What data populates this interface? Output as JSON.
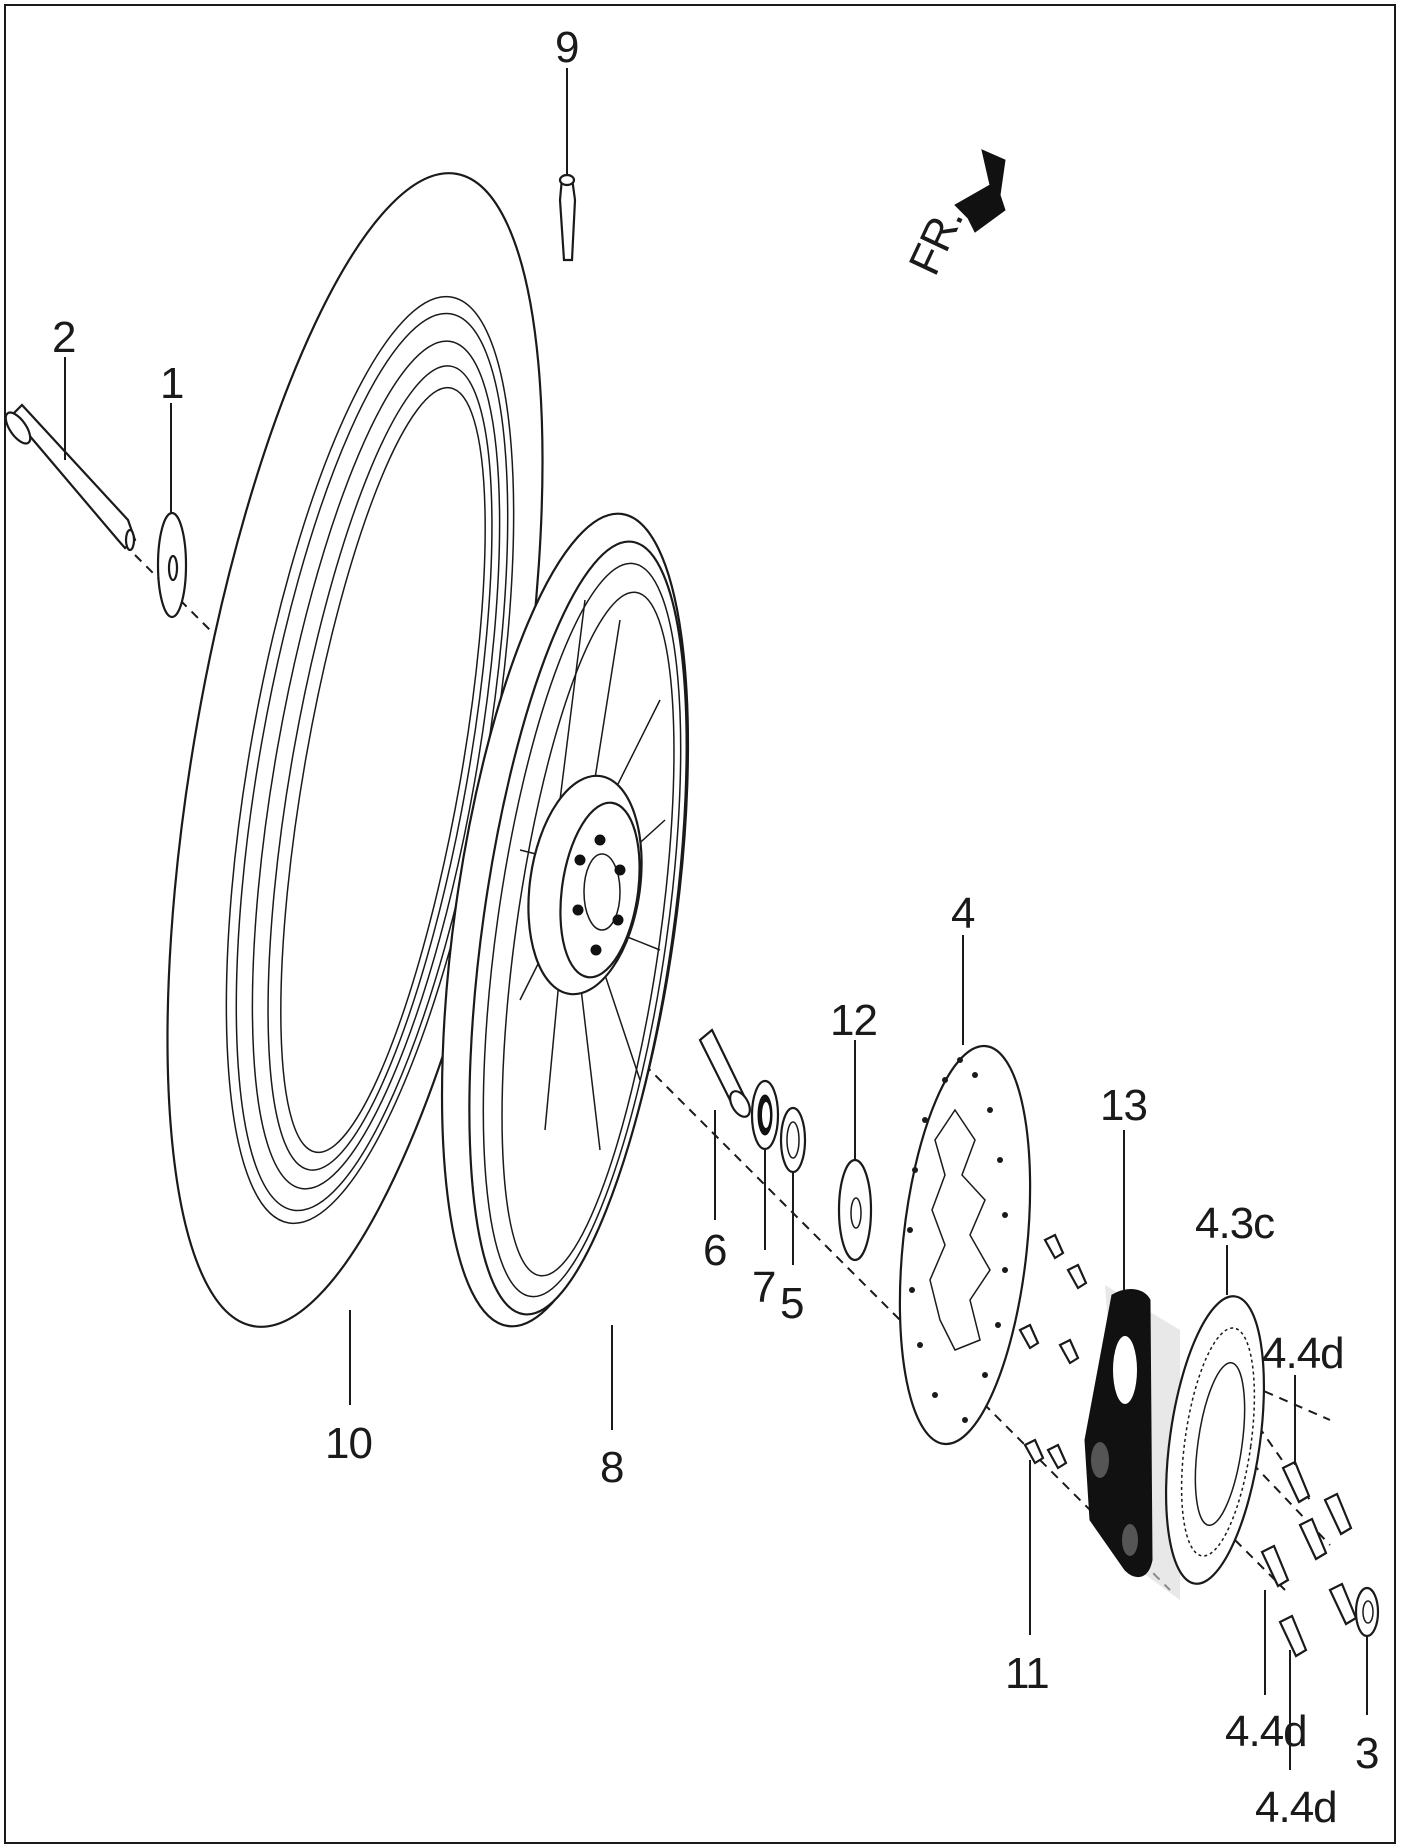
{
  "diagram": {
    "direction_marker": "FR.",
    "callouts": [
      {
        "id": "c1",
        "text": "1"
      },
      {
        "id": "c2",
        "text": "2"
      },
      {
        "id": "c3",
        "text": "3"
      },
      {
        "id": "c4",
        "text": "4"
      },
      {
        "id": "c4-3c",
        "text": "4.3c"
      },
      {
        "id": "c4-4d-a",
        "text": "4.4d"
      },
      {
        "id": "c4-4d-b",
        "text": "4.4d"
      },
      {
        "id": "c4-4d-c",
        "text": "4.4d"
      },
      {
        "id": "c5",
        "text": "5"
      },
      {
        "id": "c6",
        "text": "6"
      },
      {
        "id": "c7",
        "text": "7"
      },
      {
        "id": "c8",
        "text": "8"
      },
      {
        "id": "c9",
        "text": "9"
      },
      {
        "id": "c10",
        "text": "10"
      },
      {
        "id": "c11",
        "text": "11"
      },
      {
        "id": "c12",
        "text": "12"
      },
      {
        "id": "c13",
        "text": "13"
      }
    ]
  }
}
